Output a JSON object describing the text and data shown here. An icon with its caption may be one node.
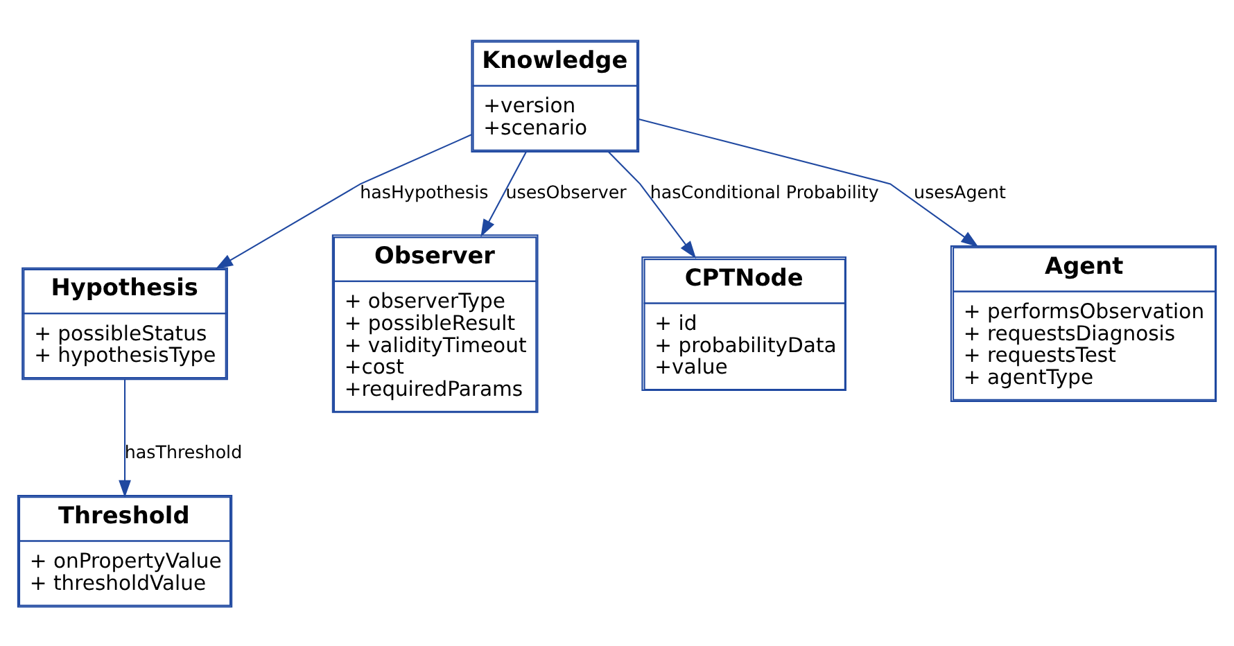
{
  "diagram": {
    "nodes": [
      {
        "text": [
          "Knowledge",
          "+version",
          "+scenario"
        ]
      },
      {
        "text": [
          "Agent",
          "+ performsObservation",
          "+ requestsDiagnosis",
          "+ requestsTest",
          "+ agentType"
        ]
      },
      {
        "text": [
          "Hypothesis",
          "+ possibleStatus",
          "+ hypothesisType"
        ]
      },
      {
        "text": [
          "Observer",
          "+ observerType",
          "+ possibleResult",
          "+ validityTimeout",
          "+cost",
          "+requiredParams"
        ]
      },
      {
        "text": [
          "CPTNode",
          "+ id",
          "+ probabilityData",
          "+value"
        ]
      },
      {
        "text": [
          "Threshold",
          "+ onPropertyValue",
          "+ thresholdValue"
        ]
      }
    ],
    "edges": [
      {
        "from": 0,
        "to": 1,
        "arrow": "to",
        "label": "usesAgent"
      },
      {
        "from": 0,
        "to": 2,
        "arrow": "to",
        "label": "hasHypothesis"
      },
      {
        "from": 0,
        "to": 3,
        "arrow": "to",
        "label": "usesObserver"
      },
      {
        "from": 0,
        "to": 4,
        "arrow": "to",
        "label": "hasConditional Probability"
      },
      {
        "from": 2,
        "to": 5,
        "arrow": "to",
        "label": "hasThreshold"
      }
    ]
  }
}
